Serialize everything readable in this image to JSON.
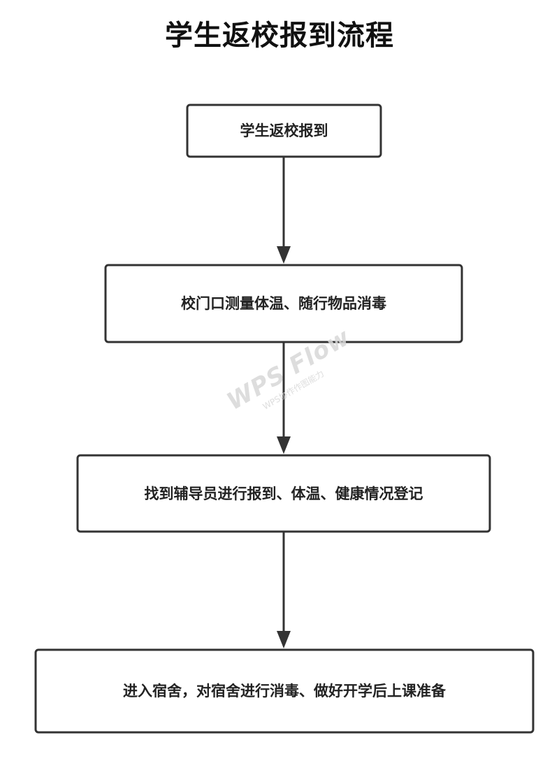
{
  "title": "学生返校报到流程",
  "nodes": [
    {
      "id": "step-1",
      "label": "学生返校报到"
    },
    {
      "id": "step-2",
      "label": "校门口测量体温、随行物品消毒"
    },
    {
      "id": "step-3",
      "label": "找到辅导员进行报到、体温、健康情况登记"
    },
    {
      "id": "step-4",
      "label": "进入宿舍，对宿舍进行消毒、做好开学后上课准备"
    }
  ],
  "edges": [
    {
      "from": "step-1",
      "to": "step-2"
    },
    {
      "from": "step-2",
      "to": "step-3"
    },
    {
      "from": "step-3",
      "to": "step-4"
    }
  ],
  "watermark": {
    "main": "WPS Flow",
    "sub": "WPS协作作图能力"
  },
  "colors": {
    "stroke": "#333333",
    "text": "#222222",
    "watermark": "#d8d8d8"
  }
}
